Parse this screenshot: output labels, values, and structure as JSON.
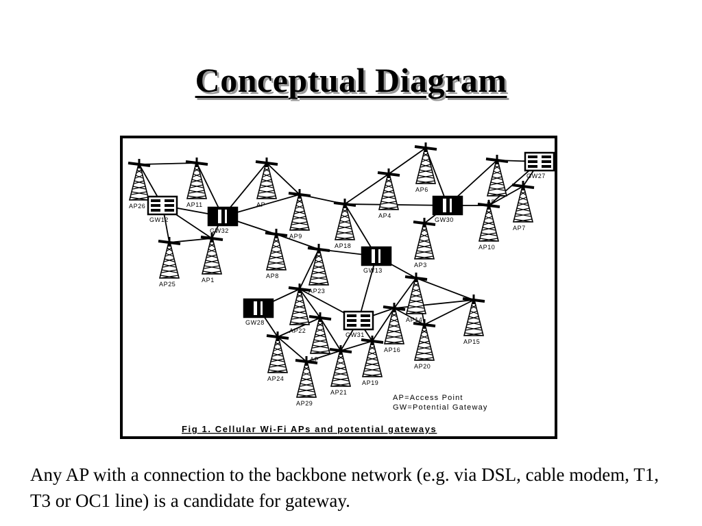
{
  "slide": {
    "title": "Conceptual Diagram",
    "body_text": "Any AP with a connection to the backbone network (e.g. via DSL, cable modem, T1, T3 or OC1 line) is a candidate for gateway."
  },
  "figure": {
    "caption": "Fig 1. Cellular Wi-Fi APs and potential gateways",
    "legend": [
      "AP=Access Point",
      "GW=Potential Gateway"
    ],
    "nodes": [
      {
        "id": "AP26",
        "kind": "ap",
        "label": "AP26"
      },
      {
        "id": "AP11",
        "kind": "ap",
        "label": "AP11"
      },
      {
        "id": "APa",
        "kind": "ap",
        "label": "AP"
      },
      {
        "id": "AP9",
        "kind": "ap",
        "label": "AP9"
      },
      {
        "id": "AP18",
        "kind": "ap",
        "label": "AP18"
      },
      {
        "id": "AP4",
        "kind": "ap",
        "label": "AP4"
      },
      {
        "id": "AP6",
        "kind": "ap",
        "label": "AP6"
      },
      {
        "id": "APb",
        "kind": "ap",
        "label": "AP"
      },
      {
        "id": "AP7",
        "kind": "ap",
        "label": "AP7"
      },
      {
        "id": "AP10",
        "kind": "ap",
        "label": "AP10"
      },
      {
        "id": "AP25",
        "kind": "ap",
        "label": "AP25"
      },
      {
        "id": "AP1",
        "kind": "ap",
        "label": "AP1"
      },
      {
        "id": "AP8",
        "kind": "ap",
        "label": "AP8"
      },
      {
        "id": "AP23",
        "kind": "ap",
        "label": "AP23"
      },
      {
        "id": "AP3",
        "kind": "ap",
        "label": "AP3"
      },
      {
        "id": "AP22",
        "kind": "ap",
        "label": "AP22"
      },
      {
        "id": "APc",
        "kind": "ap",
        "label": "AP"
      },
      {
        "id": "AP16",
        "kind": "ap",
        "label": "AP16"
      },
      {
        "id": "AP15",
        "kind": "ap",
        "label": "AP15"
      },
      {
        "id": "AP14",
        "kind": "ap",
        "label": "AP14"
      },
      {
        "id": "AP20",
        "kind": "ap",
        "label": "AP20"
      },
      {
        "id": "AP24",
        "kind": "ap",
        "label": "AP24"
      },
      {
        "id": "AP29",
        "kind": "ap",
        "label": "AP29"
      },
      {
        "id": "AP21",
        "kind": "ap",
        "label": "AP21"
      },
      {
        "id": "AP19",
        "kind": "ap",
        "label": "AP19"
      },
      {
        "id": "GW12",
        "kind": "gw",
        "label": "GW12",
        "style": "light"
      },
      {
        "id": "GW32",
        "kind": "gw",
        "label": "GW32",
        "style": "dark"
      },
      {
        "id": "GW30",
        "kind": "gw",
        "label": "GW30",
        "style": "dark"
      },
      {
        "id": "GW27",
        "kind": "gw",
        "label": "GW27",
        "style": "light"
      },
      {
        "id": "GW13",
        "kind": "gw",
        "label": "GW13",
        "style": "dark"
      },
      {
        "id": "GW28",
        "kind": "gw",
        "label": "GW28",
        "style": "dark"
      },
      {
        "id": "GW31",
        "kind": "gw",
        "label": "GW31",
        "style": "light"
      }
    ],
    "edges": [
      [
        "AP26",
        "AP11"
      ],
      [
        "AP26",
        "GW12"
      ],
      [
        "AP11",
        "GW32"
      ],
      [
        "GW12",
        "GW32"
      ],
      [
        "GW12",
        "AP25"
      ],
      [
        "GW12",
        "AP1"
      ],
      [
        "AP25",
        "AP1"
      ],
      [
        "GW32",
        "AP1"
      ],
      [
        "GW32",
        "APa"
      ],
      [
        "GW32",
        "AP9"
      ],
      [
        "GW32",
        "AP8"
      ],
      [
        "APa",
        "AP9"
      ],
      [
        "AP9",
        "AP18"
      ],
      [
        "AP18",
        "AP4"
      ],
      [
        "AP4",
        "AP6"
      ],
      [
        "AP18",
        "GW30"
      ],
      [
        "AP6",
        "GW30"
      ],
      [
        "GW30",
        "APb"
      ],
      [
        "APb",
        "GW27"
      ],
      [
        "GW30",
        "AP10"
      ],
      [
        "AP10",
        "GW27"
      ],
      [
        "AP10",
        "AP7"
      ],
      [
        "AP7",
        "GW27"
      ],
      [
        "GW30",
        "AP3"
      ],
      [
        "AP8",
        "AP23"
      ],
      [
        "AP23",
        "GW13"
      ],
      [
        "AP18",
        "GW13"
      ],
      [
        "GW13",
        "AP14"
      ],
      [
        "GW13",
        "GW31"
      ],
      [
        "AP23",
        "AP22"
      ],
      [
        "GW28",
        "AP22"
      ],
      [
        "AP22",
        "GW31"
      ],
      [
        "AP22",
        "APc"
      ],
      [
        "GW28",
        "AP24"
      ],
      [
        "AP24",
        "APc"
      ],
      [
        "AP24",
        "AP29"
      ],
      [
        "AP29",
        "AP21"
      ],
      [
        "APc",
        "AP21"
      ],
      [
        "GW31",
        "AP21"
      ],
      [
        "GW31",
        "AP16"
      ],
      [
        "AP16",
        "AP14"
      ],
      [
        "AP14",
        "AP15"
      ],
      [
        "AP16",
        "AP15"
      ],
      [
        "AP20",
        "AP15"
      ],
      [
        "AP16",
        "AP20"
      ],
      [
        "AP16",
        "AP19"
      ],
      [
        "AP19",
        "AP21"
      ],
      [
        "GW31",
        "AP19"
      ],
      [
        "AP14",
        "AP20"
      ]
    ]
  }
}
